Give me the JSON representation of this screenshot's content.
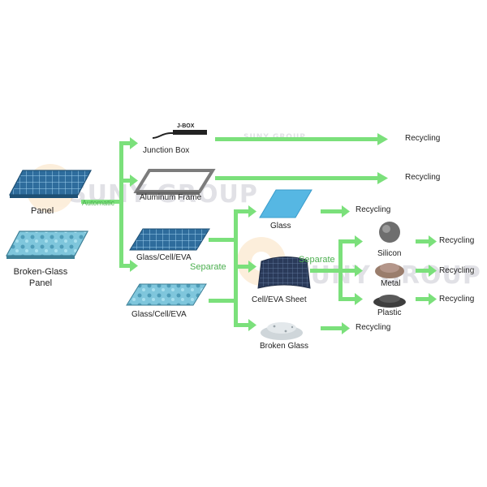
{
  "colors": {
    "arrow": "#7be07b",
    "panel_blue": "#2f6f9e",
    "glass_blue": "#5fb8e0",
    "frame_gray": "#8a8a8a"
  },
  "watermark": "SUNY GROUP",
  "sources": {
    "panel": "Panel",
    "broken_panel": "Broken-Glass Panel"
  },
  "flow_labels": {
    "automatic": "Automatic",
    "separate_1": "Separate",
    "separate_2": "Separate"
  },
  "components": {
    "jbox_tag": "J-BOX",
    "junction_box": "Junction Box",
    "aluminum_frame": "Aluminum Frame",
    "glass_cell_eva_1": "Glass/Cell/EVA",
    "glass_cell_eva_2": "Glass/Cell/EVA",
    "glass": "Glass",
    "cell_eva_sheet": "Cell/EVA Sheet",
    "broken_glass": "Broken Glass",
    "silicon": "Silicon",
    "metal": "Metal",
    "plastic": "Plastic"
  },
  "recycling": {
    "junction_box": "Recycling",
    "aluminum_frame": "Recycling",
    "glass": "Recycling",
    "broken_glass": "Recycling",
    "silicon": "Recycling",
    "metal": "Recycling",
    "plastic": "Recycling"
  }
}
